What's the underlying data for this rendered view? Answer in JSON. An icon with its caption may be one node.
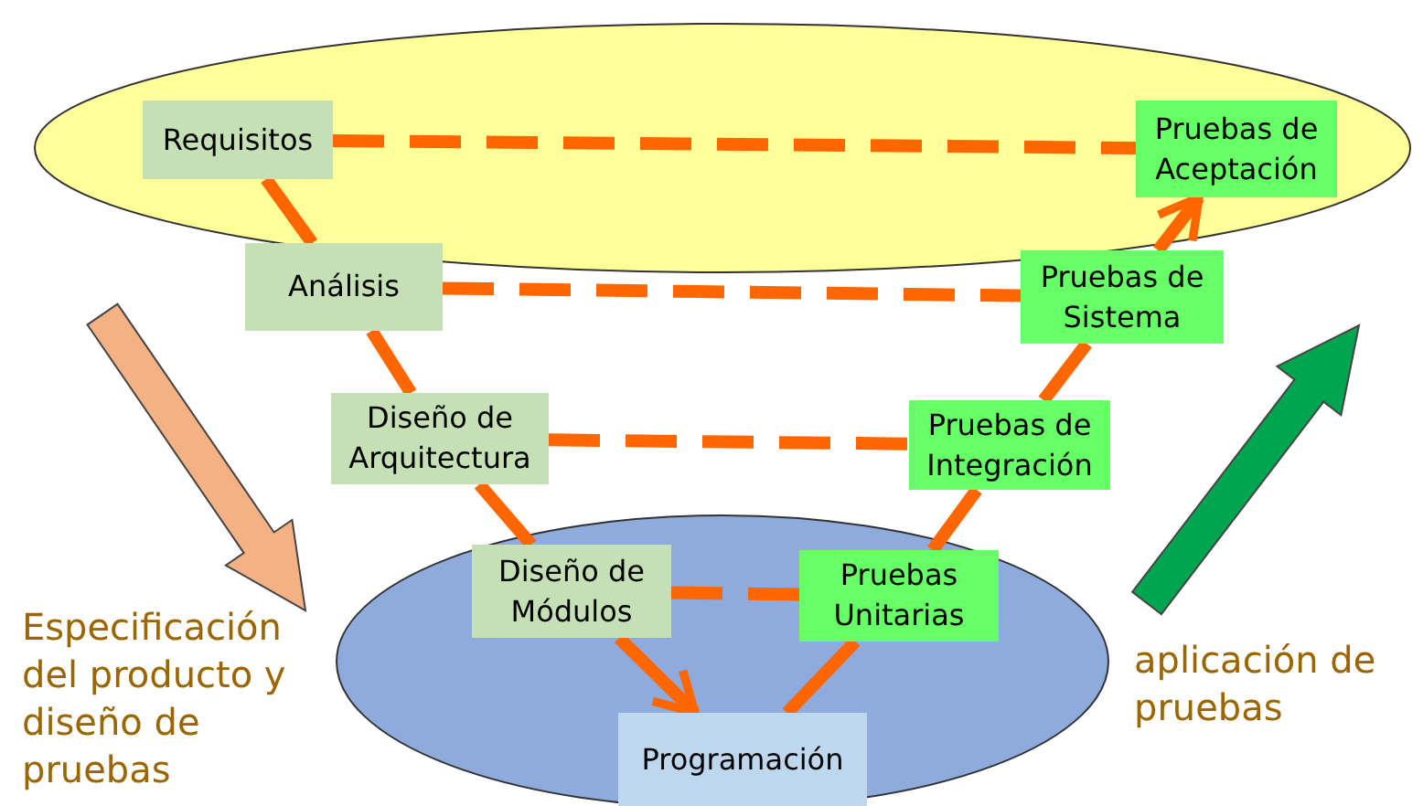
{
  "diagram": {
    "nodes": [
      {
        "text": [
          "Requisitos"
        ]
      },
      {
        "text": [
          "Pruebas de Aceptación"
        ]
      },
      {
        "text": [
          "Análisis"
        ]
      },
      {
        "text": [
          "Pruebas de Sistema"
        ]
      },
      {
        "text": [
          "Diseño de Arquitectura"
        ]
      },
      {
        "text": [
          "Pruebas de Integración"
        ]
      },
      {
        "text": [
          "Diseño de Módulos"
        ]
      },
      {
        "text": [
          "Pruebas Unitarias"
        ]
      },
      {
        "text": [
          "Programación"
        ]
      }
    ],
    "edges": [
      {
        "from": 0,
        "to": 2,
        "arrow": "none"
      },
      {
        "from": 2,
        "to": 4,
        "arrow": "none"
      },
      {
        "from": 4,
        "to": 6,
        "arrow": "none"
      },
      {
        "from": 6,
        "to": 8,
        "arrow": "to"
      },
      {
        "from": 8,
        "to": 7,
        "arrow": "none"
      },
      {
        "from": 7,
        "to": 5,
        "arrow": "none"
      },
      {
        "from": 5,
        "to": 3,
        "arrow": "none"
      },
      {
        "from": 3,
        "to": 1,
        "arrow": "to"
      },
      {
        "from": 0,
        "to": 1,
        "arrow": "none",
        "style": "dashed"
      },
      {
        "from": 2,
        "to": 3,
        "arrow": "none",
        "style": "dashed"
      },
      {
        "from": 4,
        "to": 5,
        "arrow": "none",
        "style": "dashed"
      },
      {
        "from": 6,
        "to": 7,
        "arrow": "none",
        "style": "dashed"
      }
    ],
    "labels": [
      "Especificación del producto y diseño de pruebas",
      "aplicación de pruebas"
    ]
  }
}
